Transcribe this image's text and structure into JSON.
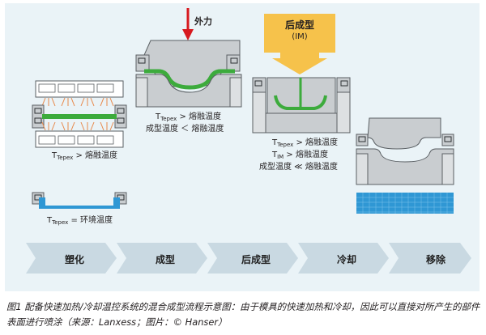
{
  "labels": {
    "force": "外力",
    "im_title": "后成型",
    "im_sub": "(IM)",
    "step1_label": "> 熔融温度",
    "step1_base": "T",
    "step1_sub": "Tepex",
    "cool_label": "= 环境温度",
    "press_line1": "> 熔融温度",
    "press_line2": "成型温度 ＜ 熔融温度",
    "im_line1": "> 熔融温度",
    "im_line2": "> 熔融温度",
    "im_line2_sub": "IM",
    "im_line3": "成型温度 ≪ 熔融温度"
  },
  "steps": [
    "塑化",
    "成型",
    "后成型",
    "冷却",
    "移除"
  ],
  "caption": "图1 配备快速加热/冷却温控系统的混合成型流程示意图：由于模具的快速加热和冷却，因此可以直接对所产生的部件表面进行喷涂（来源：Lanxess；图片：© Hanser）",
  "colors": {
    "panel_bg": "#eaf3f7",
    "tool_gray": "#c9cdd0",
    "outline": "#5a5f63",
    "green_part": "#3cab3c",
    "blue_part": "#2f97d4",
    "heater_lines": "#e8884a",
    "arrow_red": "#d7191f",
    "im_box": "#f6c24b",
    "step_arrow": "#c9d9e2"
  }
}
